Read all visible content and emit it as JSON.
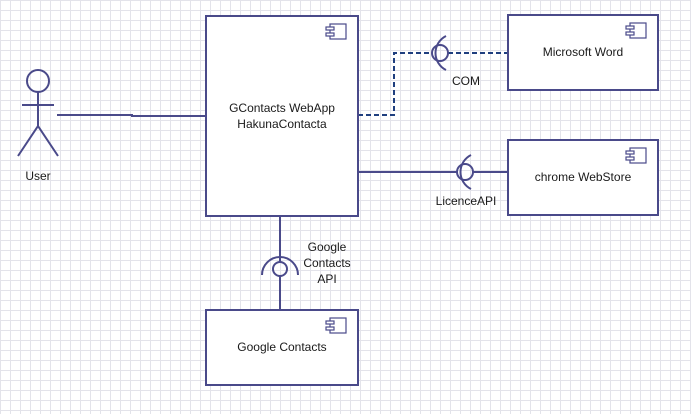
{
  "diagram": {
    "actor": {
      "label": "User"
    },
    "components": {
      "webapp": {
        "line1": "GContacts  WebApp",
        "line2": "HakunaContacta",
        "icon": "component-icon"
      },
      "word": {
        "label": "Microsoft Word",
        "icon": "component-icon"
      },
      "webstore": {
        "label": "chrome WebStore",
        "icon": "component-icon"
      },
      "google_contacts": {
        "label": "Google Contacts",
        "icon": "component-icon"
      }
    },
    "interfaces": {
      "com": {
        "label": "COM"
      },
      "licence": {
        "label": "LicenceAPI"
      },
      "google_api": {
        "line1": "Google",
        "line2": "Contacts",
        "line3": "API"
      }
    },
    "colors": {
      "stroke": "#4a4a8a",
      "dashed": "#1f3f7f",
      "grid": "#e3e3ea"
    }
  }
}
